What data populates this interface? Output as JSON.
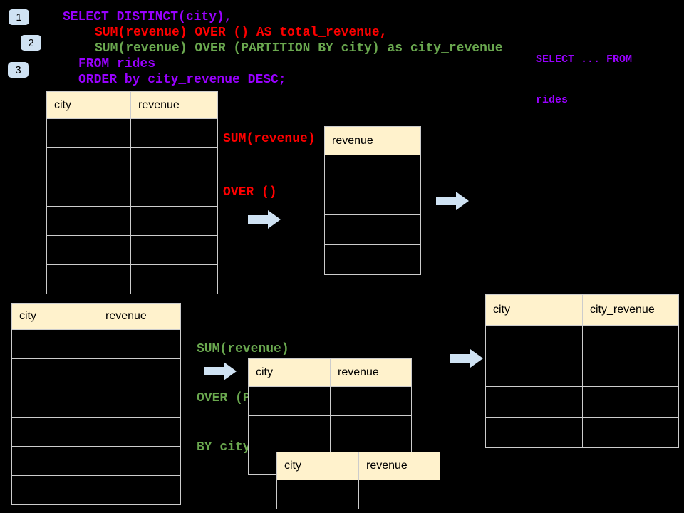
{
  "colors": {
    "background": "#000000",
    "sql_purple": "#9900ff",
    "sql_red": "#ff0000",
    "sql_green": "#6aa84f",
    "table_header_fill": "#fff2cc",
    "table_border": "#cccccc",
    "arrow_fill": "#cfe2f3",
    "badge_fill": "#cfe2f3"
  },
  "badges": [
    {
      "label": "1"
    },
    {
      "label": "2"
    },
    {
      "label": "3"
    }
  ],
  "code": {
    "lines": [
      {
        "text": "SELECT DISTINCT(city),",
        "color": "purple"
      },
      {
        "text": "SUM(revenue) OVER () AS total_revenue,",
        "color": "red"
      },
      {
        "text": "SUM(revenue) OVER (PARTITION BY city) as city_revenue",
        "color": "green"
      },
      {
        "text": "FROM rides",
        "color": "purple"
      },
      {
        "text": "ORDER by city_revenue DESC;",
        "color": "purple"
      }
    ]
  },
  "side_note": {
    "line1": "SELECT ... FROM",
    "line2": "rides"
  },
  "annotation_total": {
    "line1": "SUM(revenue)",
    "line2": "OVER ()"
  },
  "annotation_partition": {
    "line1": "SUM(revenue)",
    "line2": "OVER (PARTITION",
    "line3": "BY city)"
  },
  "tables": {
    "source_top": {
      "col1": "city",
      "col2": "revenue",
      "empty_rows": 6
    },
    "total_result": {
      "col1": "revenue",
      "empty_rows": 4
    },
    "source_bottom": {
      "col1": "city",
      "col2": "revenue",
      "empty_rows": 6
    },
    "partition_step": {
      "col1": "city",
      "col2": "revenue",
      "empty_rows": 3
    },
    "partition_overlay": {
      "col1": "city",
      "col2": "revenue",
      "empty_rows": 1
    },
    "final_result": {
      "col1": "city",
      "col2": "city_revenue",
      "empty_rows": 4
    }
  }
}
